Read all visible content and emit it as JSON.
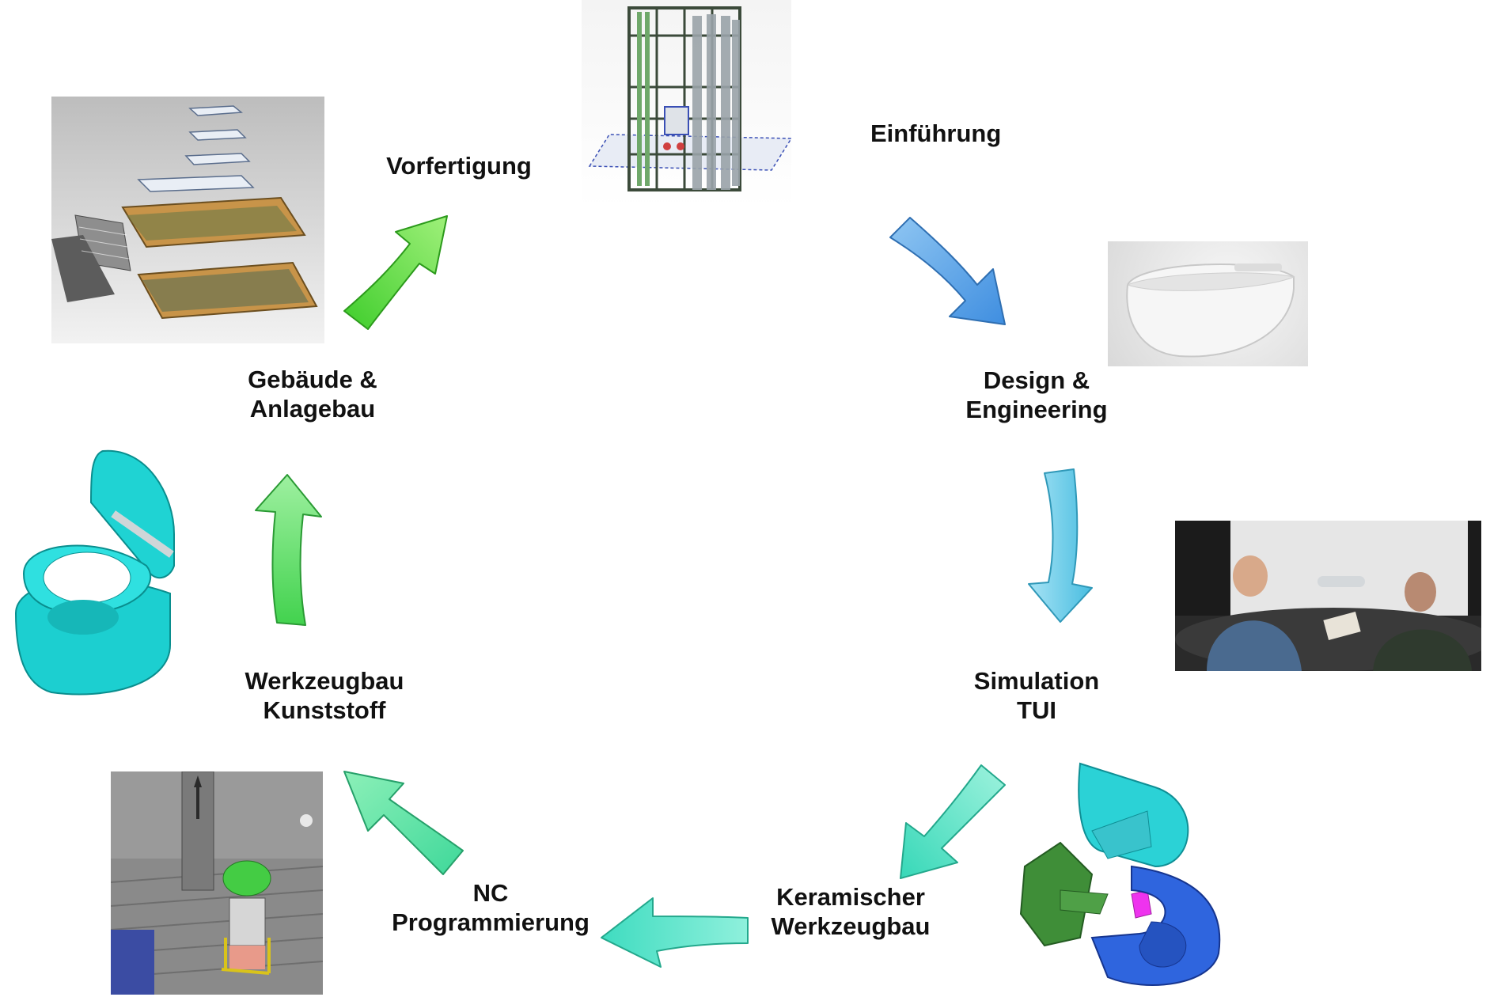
{
  "stages": {
    "einfuehrung": {
      "line1": "Einführung"
    },
    "design": {
      "line1": "Design &",
      "line2": "Engineering"
    },
    "simulation": {
      "line1": "Simulation",
      "line2": "TUI"
    },
    "keramisch": {
      "line1": "Keramischer",
      "line2": "Werkzeugbau"
    },
    "nc": {
      "line1": "NC",
      "line2": "Programmierung"
    },
    "werkzeugbau": {
      "line1": "Werkzeugbau",
      "line2": "Kunststoff"
    },
    "gebaeude": {
      "line1": "Gebäude &",
      "line2": "Anlagebau"
    },
    "vorfertigung": {
      "line1": "Vorfertigung"
    }
  },
  "colors": {
    "arrow_blue": "#5aa6e6",
    "arrow_cyan": "#6dd0ea",
    "arrow_teal": "#58e0c2",
    "arrow_green": "#5dd870",
    "arrow_lime": "#58cf3a",
    "cyan_model": "#1fd3d3",
    "blue_model": "#2f66dd",
    "green_model": "#3c8f35"
  }
}
